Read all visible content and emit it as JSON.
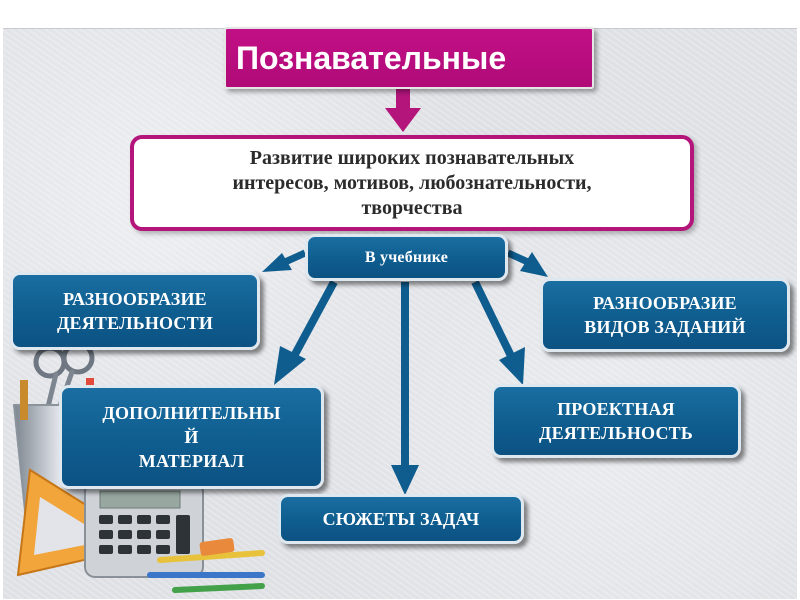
{
  "title": "Познавательные",
  "main_text": "Развитие широких познавательных\nинтересов, мотивов, любознательности,\nтворчества",
  "center_label": "В учебнике",
  "branches": {
    "variety_activity": "РАЗНООБРАЗИЕ\nДЕЯТЕЛЬНОСТИ",
    "variety_tasks": "РАЗНООБРАЗИЕ\nВИДОВ ЗАДАНИЙ",
    "additional_material": "ДОПОЛНИТЕЛЬНЫ\nЙ\nМАТЕРИАЛ",
    "project_activity": "ПРОЕКТНАЯ\nДЕЯТЕЛЬНОСТЬ",
    "task_plots": "СЮЖЕТЫ ЗАДАЧ"
  },
  "colors": {
    "title_bg": "#b80d7e",
    "main_border": "#b3157b",
    "box_bg": "#0f5d8f",
    "arrow": "#0f5d8f",
    "title_arrow": "#b3157b",
    "panel_bg": "#e2e4e9"
  },
  "decoration_icons": [
    "scissors-icon",
    "pencil-cup-icon",
    "calculator-icon",
    "set-square-icon",
    "pencils-icon"
  ]
}
